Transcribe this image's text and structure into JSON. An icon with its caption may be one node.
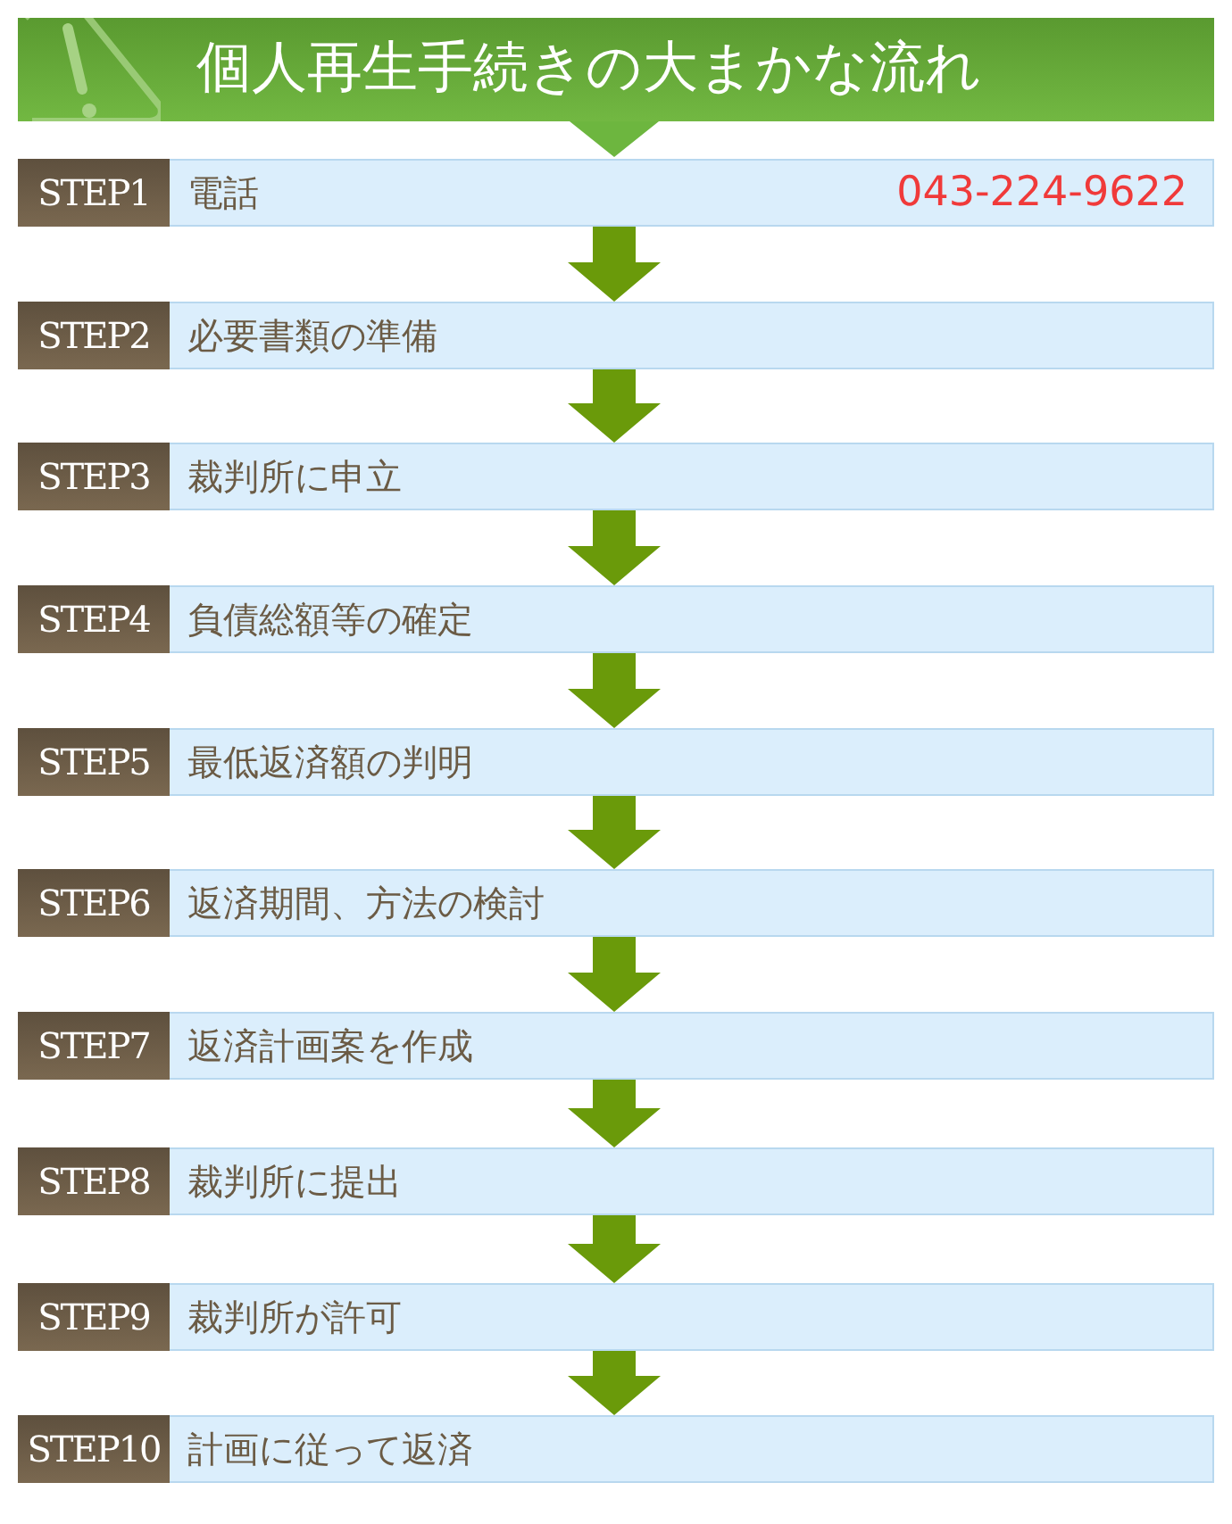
{
  "diagram": {
    "title": "個人再生手続きの大まかな流れ",
    "nodes": [
      {
        "text": [
          "STEP1",
          "電話",
          "043-224-9622"
        ]
      },
      {
        "text": [
          "STEP2",
          "必要書類の準備"
        ]
      },
      {
        "text": [
          "STEP3",
          "裁判所に申立"
        ]
      },
      {
        "text": [
          "STEP4",
          "負債総額等の確定"
        ]
      },
      {
        "text": [
          "STEP5",
          "最低返済額の判明"
        ]
      },
      {
        "text": [
          "STEP6",
          "返済期間、方法の検討"
        ]
      },
      {
        "text": [
          "STEP7",
          "返済計画案を作成"
        ]
      },
      {
        "text": [
          "STEP8",
          "裁判所に提出"
        ]
      },
      {
        "text": [
          "STEP9",
          "裁判所が許可"
        ]
      },
      {
        "text": [
          "STEP10",
          "計画に従って返済"
        ]
      }
    ],
    "edges": [
      {
        "from": 0,
        "to": 1,
        "arrow": "to"
      },
      {
        "from": 1,
        "to": 2,
        "arrow": "to"
      },
      {
        "from": 2,
        "to": 3,
        "arrow": "to"
      },
      {
        "from": 3,
        "to": 4,
        "arrow": "to"
      },
      {
        "from": 4,
        "to": 5,
        "arrow": "to"
      },
      {
        "from": 5,
        "to": 6,
        "arrow": "to"
      },
      {
        "from": 6,
        "to": 7,
        "arrow": "to"
      },
      {
        "from": 7,
        "to": 8,
        "arrow": "to"
      },
      {
        "from": 8,
        "to": 9,
        "arrow": "to"
      }
    ]
  }
}
